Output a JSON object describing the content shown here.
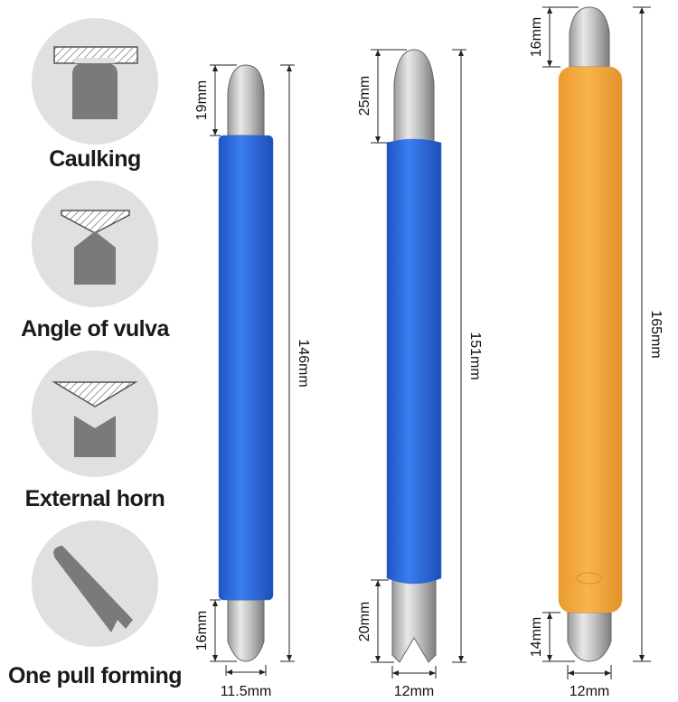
{
  "methods": [
    {
      "label": "Caulking",
      "icon": "caulking-profile-icon"
    },
    {
      "label": "Angle of vulva",
      "icon": "angle-profile-icon"
    },
    {
      "label": "External horn",
      "icon": "external-horn-profile-icon"
    },
    {
      "label": "One pull forming",
      "icon": "one-pull-forming-icon"
    }
  ],
  "tools": [
    {
      "total_length": "146mm",
      "top_tip": "19mm",
      "bottom_tip": "16mm",
      "width": "11.5mm",
      "handle_color": "#2f6fe0"
    },
    {
      "total_length": "151mm",
      "top_tip": "25mm",
      "bottom_tip": "20mm",
      "width": "12mm",
      "handle_color": "#2f6fe0"
    },
    {
      "total_length": "165mm",
      "top_tip": "16mm",
      "bottom_tip": "14mm",
      "width": "12mm",
      "handle_color": "#f5a83a"
    }
  ]
}
